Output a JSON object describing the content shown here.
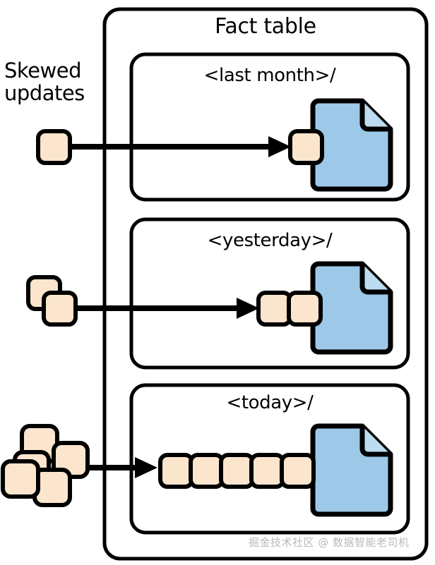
{
  "diagram": {
    "type": "partitioned-fact-table-skew",
    "outer_box_label": "Fact table",
    "side_label_line1": "Skewed",
    "side_label_line2": "updates",
    "watermark": "掘金技术社区 @ 数据智能老司机",
    "colors": {
      "block_fill": "#FBE5CD",
      "block_stroke": "#000000",
      "file_fill": "#9DC8E8",
      "file_fold_fill": "#BDDCF0",
      "file_stroke": "#000000",
      "box_stroke": "#000000",
      "background": "#FFFFFF",
      "watermark": "#B9B9B9"
    },
    "partitions": [
      {
        "id": "last-month",
        "title": "<last month>/",
        "incoming_update_blocks": 1,
        "partition_blocks": 1,
        "has_file_icon": true,
        "arrow": true
      },
      {
        "id": "yesterday",
        "title": "<yesterday>/",
        "incoming_update_blocks": 2,
        "partition_blocks": 2,
        "has_file_icon": true,
        "arrow": true
      },
      {
        "id": "today",
        "title": "<today>/",
        "incoming_update_blocks": 5,
        "partition_blocks": 5,
        "has_file_icon": true,
        "arrow": true
      }
    ]
  }
}
